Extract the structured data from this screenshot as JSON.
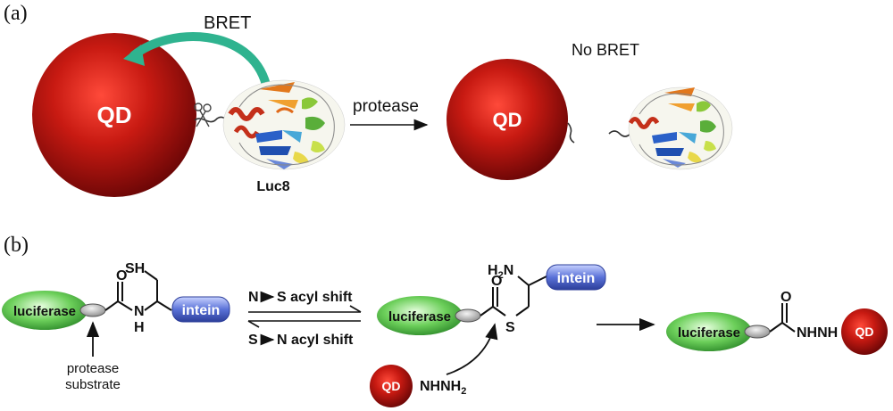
{
  "panel_a": {
    "label": "(a)",
    "bret": "BRET",
    "no_bret": "No BRET",
    "qd": "QD",
    "protease": "protease",
    "luc8": "Luc8"
  },
  "panel_b": {
    "label": "(b)",
    "luciferase": "luciferase",
    "intein": "intein",
    "qd": "QD",
    "sh": "SH",
    "o": "O",
    "h": "H",
    "n": "N",
    "s": "S",
    "h2n_h": "H",
    "h2n_2": "2",
    "h2n_n": "N",
    "nhnh_prefix": "NHNH",
    "nhnh_sub": "2",
    "nhnh": "NHNH",
    "shift_top_1": "N",
    "shift_top_2": "S acyl shift",
    "shift_bot_1": "S",
    "shift_bot_2": "N acyl shift",
    "protease_substrate_1": "protease",
    "protease_substrate_2": "substrate"
  },
  "colors": {
    "qd_red": "#b01010",
    "luciferase_green": "#3a9a3a",
    "intein_blue": "#4a62c8",
    "bret_arrow": "#2fb38f"
  }
}
